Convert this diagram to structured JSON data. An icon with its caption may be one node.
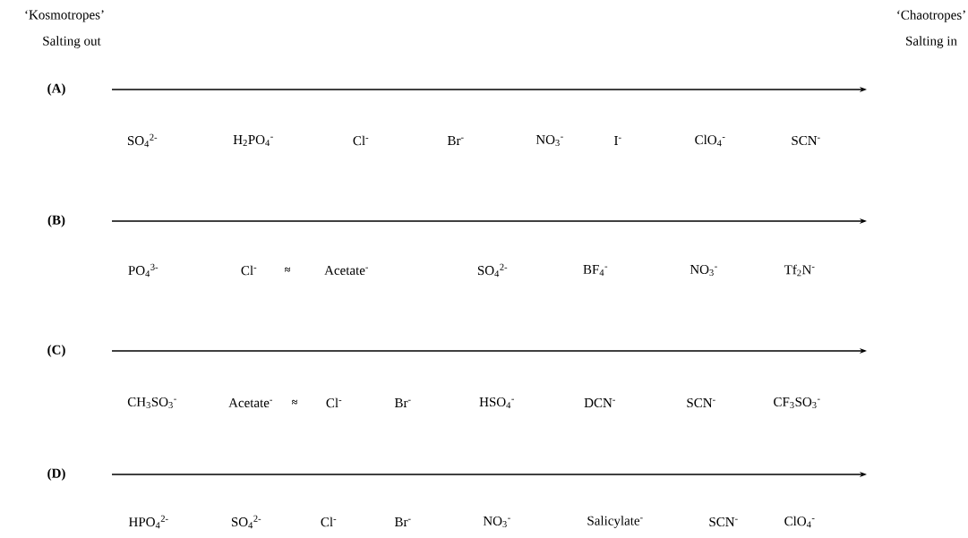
{
  "diagram": {
    "labels": [
      "‘Kosmotropes’",
      "‘Chaotropes’",
      "Salting out",
      "Salting in",
      "(A)",
      "SO$_{4}$$^{2-}$",
      "H$_{2}$PO$_{4}$$^{-}$",
      "Cl$^{-}$",
      "Br$^{-}$",
      "NO$_{3}$$^{-}$",
      "I$^{-}$",
      "ClO$_{4}$$^{-}$",
      "SCN$^{-}$",
      "(B)",
      "PO$_{4}$$^{3-}$",
      "Cl$^{-}$",
      "≈",
      "Acetate$^{-}$",
      "SO$_{4}$$^{2-}$",
      "BF$_{4}$$^{-}$",
      "NO$_{3}$$^{-}$",
      "Tf$_{2}$N$^{-}$",
      "(C)",
      "CH$_{3}$SO$_{3}$$^{-}$",
      "Acetate$^{-}$",
      "≈",
      "Cl$^{-}$",
      "Br$^{-}$",
      "HSO$_{4}$$^{-}$",
      "DCN$^{-}$",
      "SCN$^{-}$",
      "CF$_{3}$SO$_{3}$$^{-}$",
      "(D)",
      "HPO$_{4}$$^{2-}$",
      "SO$_{4}$$^{2-}$",
      "Cl$^{-}$",
      "Br$^{-}$",
      "NO$_{3}$$^{-}$",
      "Salicylate$^{-}$",
      "SCN$^{-}$",
      "ClO$_{4}$$^{-}$"
    ]
  }
}
